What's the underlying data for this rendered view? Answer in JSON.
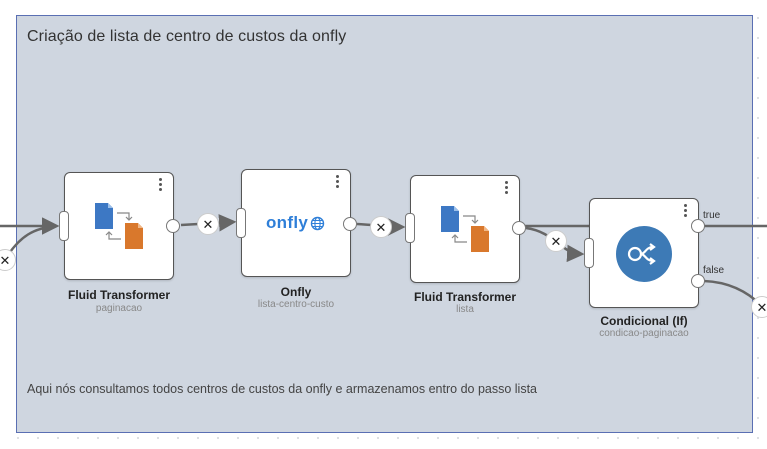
{
  "group": {
    "title": "Criação de lista de centro de custos da onfly",
    "note": "Aqui nós consultamos todos centros de custos da onfly e armazenamos entro do passo lista"
  },
  "nodes": [
    {
      "title": "Fluid Transformer",
      "subtitle": "paginacao",
      "icon": "fluid-transformer-icon"
    },
    {
      "title": "Onfly",
      "subtitle": "lista-centro-custo",
      "icon": "onfly-logo",
      "logo_text": "onfly"
    },
    {
      "title": "Fluid Transformer",
      "subtitle": "lista",
      "icon": "fluid-transformer-icon"
    },
    {
      "title": "Condicional (If)",
      "subtitle": "condicao-paginacao",
      "icon": "if-branch-icon"
    }
  ],
  "ports": {
    "true_label": "true",
    "false_label": "false"
  },
  "delete_glyph": "✕",
  "colors": {
    "group_bg": "#cfd6e0",
    "group_border": "#5a6fb3",
    "doc_blue": "#3d78c4",
    "doc_orange": "#d9782c",
    "if_circle": "#3d7ab6",
    "onfly_blue": "#2f7fd8",
    "edge": "#666666"
  }
}
